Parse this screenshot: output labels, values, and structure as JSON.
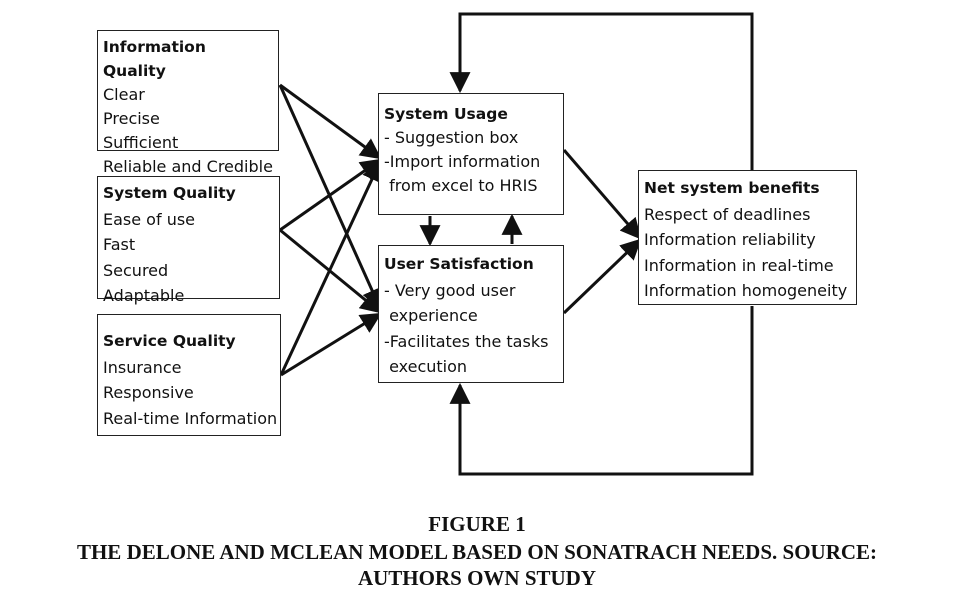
{
  "boxes": {
    "information_quality": {
      "title": "Information Quality",
      "items": [
        "Clear",
        "Precise",
        "Sufficient",
        "Reliable and Credible"
      ]
    },
    "system_quality": {
      "title": "System Quality",
      "items": [
        "Ease of use",
        "Fast",
        "Secured",
        "Adaptable"
      ]
    },
    "service_quality": {
      "title": "Service Quality",
      "items": [
        "Insurance",
        "Responsive",
        "Real-time Information"
      ]
    },
    "system_usage": {
      "title": "System Usage",
      "items": [
        "- Suggestion box",
        "-Import information",
        " from excel to HRIS"
      ]
    },
    "user_satisfaction": {
      "title": "User Satisfaction",
      "items": [
        "- Very good user",
        " experience",
        "-Facilitates the tasks",
        " execution"
      ]
    },
    "net_system_benefits": {
      "title": "Net system benefits",
      "items": [
        "Respect of deadlines",
        "Information reliability",
        "Information in real-time",
        "Information homogeneity"
      ]
    }
  },
  "caption": {
    "line1": "FIGURE 1",
    "line2": "THE DELONE AND MCLEAN MODEL BASED ON SONATRACH NEEDS. SOURCE:",
    "line3": "AUTHORS OWN STUDY"
  }
}
